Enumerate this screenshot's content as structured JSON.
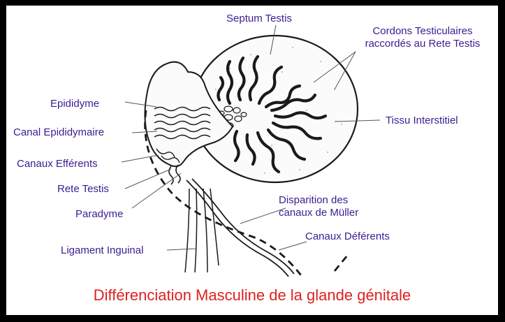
{
  "diagram": {
    "title": "Différenciation Masculine de la glande génitale",
    "labels": {
      "septum_testis": "Septum Testis",
      "cordons_line1": "Cordons Testiculaires",
      "cordons_line2": "raccordés au Rete Testis",
      "tissu_interstitiel": "Tissu Interstitiel",
      "epididyme": "Epididyme",
      "canal_epididymaire": "Canal Epididymaire",
      "canaux_efferents": "Canaux Efférents",
      "rete_testis": "Rete Testis",
      "paradyme": "Paradyme",
      "disparition_line1": "Disparition des",
      "disparition_line2": "canaux de Müller",
      "ligament_inguinal": "Ligament Inguinal",
      "canaux_deferents": "Canaux Déférents"
    },
    "colors": {
      "label": "#3a1d8f",
      "title": "#e02020",
      "frame": "#000000",
      "ink": "#1a1a1a"
    }
  }
}
